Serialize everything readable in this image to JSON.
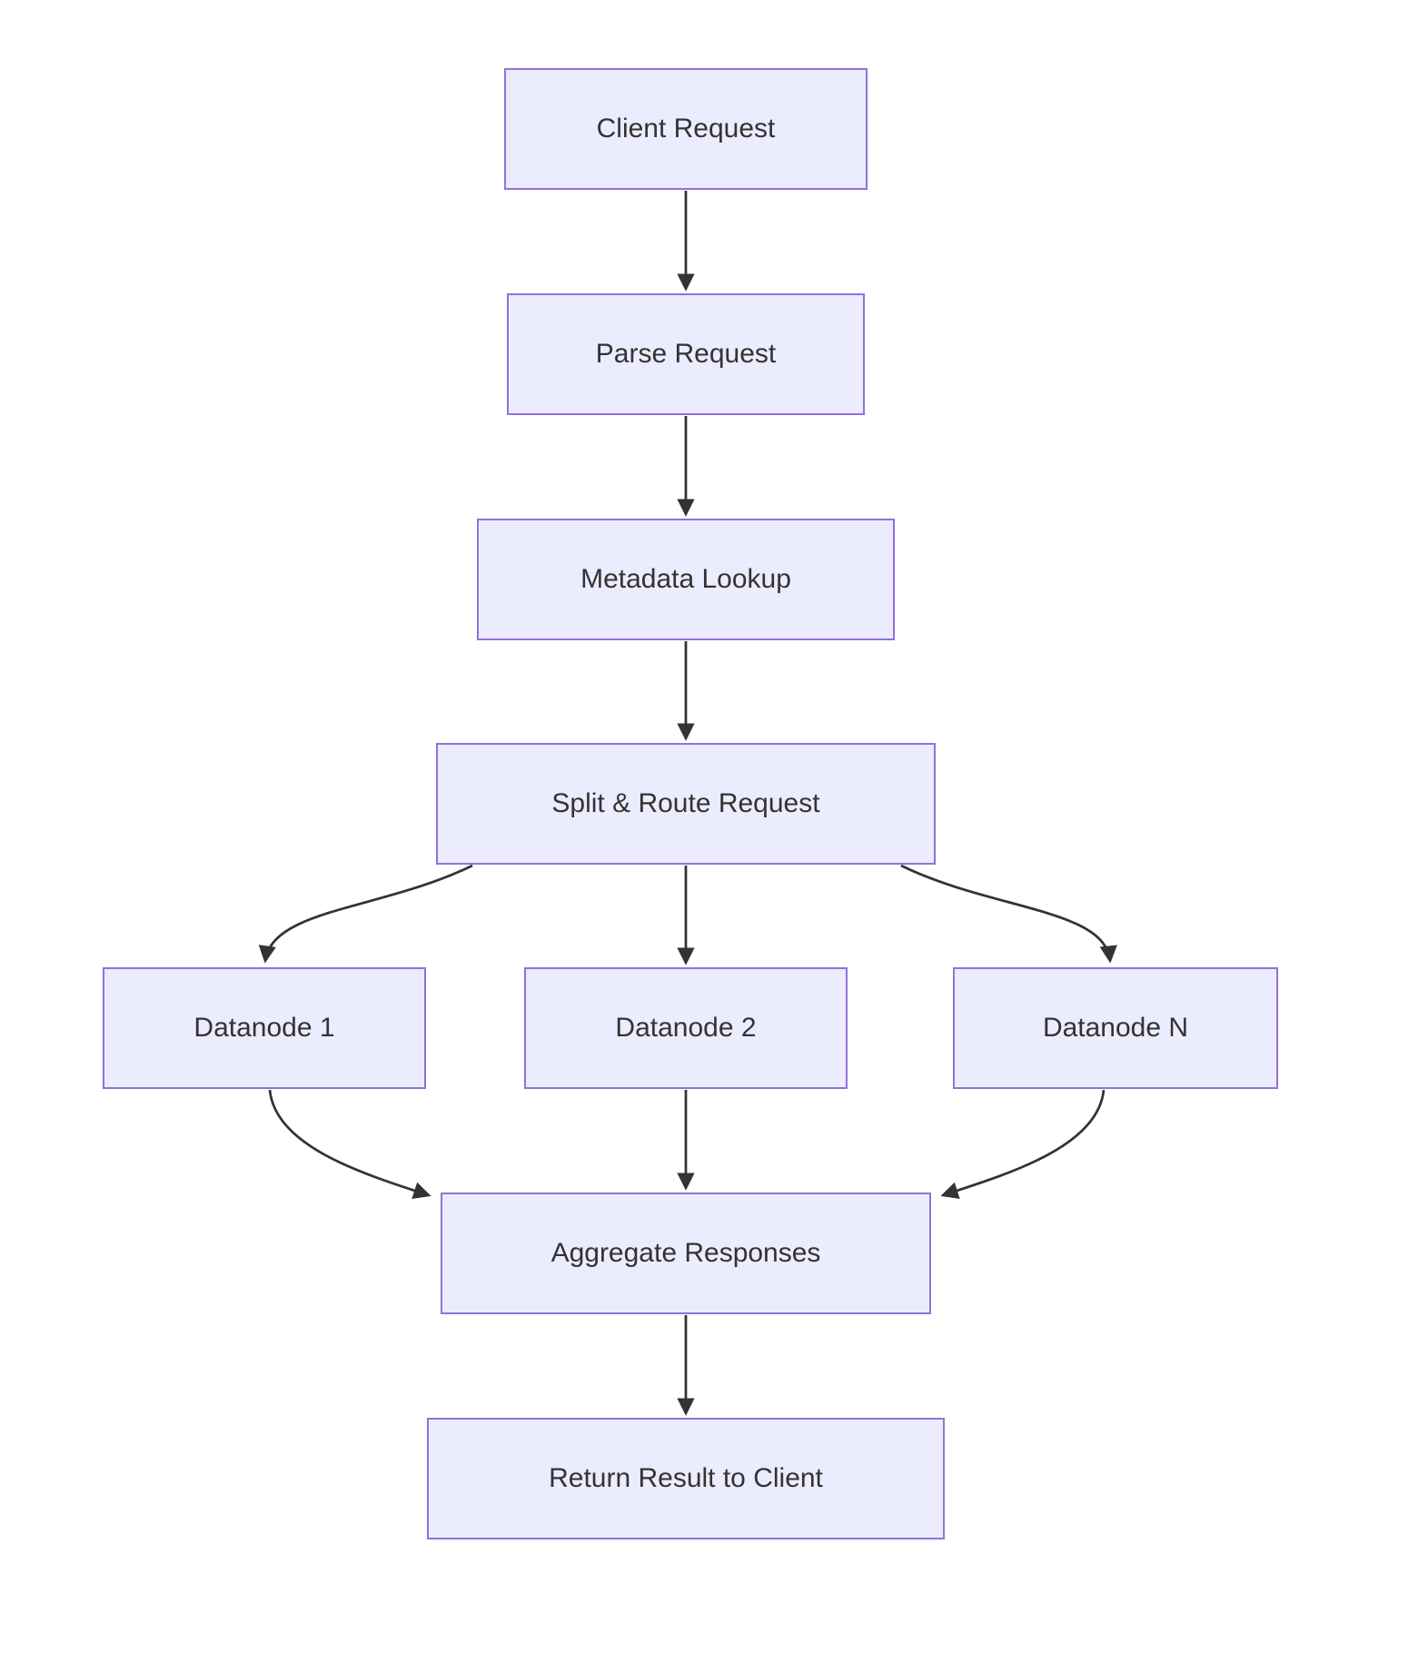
{
  "diagram": {
    "type": "flowchart",
    "direction": "top-down",
    "nodes": {
      "client": {
        "label": "Client Request"
      },
      "parse": {
        "label": "Parse Request"
      },
      "metadata": {
        "label": "Metadata Lookup"
      },
      "split": {
        "label": "Split & Route Request"
      },
      "datanode1": {
        "label": "Datanode 1"
      },
      "datanode2": {
        "label": "Datanode 2"
      },
      "datanodeN": {
        "label": "Datanode N"
      },
      "aggregate": {
        "label": "Aggregate Responses"
      },
      "return": {
        "label": "Return Result to Client"
      }
    },
    "edges": [
      {
        "from": "client",
        "to": "parse"
      },
      {
        "from": "parse",
        "to": "metadata"
      },
      {
        "from": "metadata",
        "to": "split"
      },
      {
        "from": "split",
        "to": "datanode1"
      },
      {
        "from": "split",
        "to": "datanode2"
      },
      {
        "from": "split",
        "to": "datanodeN"
      },
      {
        "from": "datanode1",
        "to": "aggregate"
      },
      {
        "from": "datanode2",
        "to": "aggregate"
      },
      {
        "from": "datanodeN",
        "to": "aggregate"
      },
      {
        "from": "aggregate",
        "to": "return"
      }
    ],
    "colors": {
      "node_fill": "#ECECFF",
      "node_border": "#9370DB",
      "edge_color": "#333333",
      "text_color": "#333333",
      "background": "#FFFFFF"
    }
  }
}
